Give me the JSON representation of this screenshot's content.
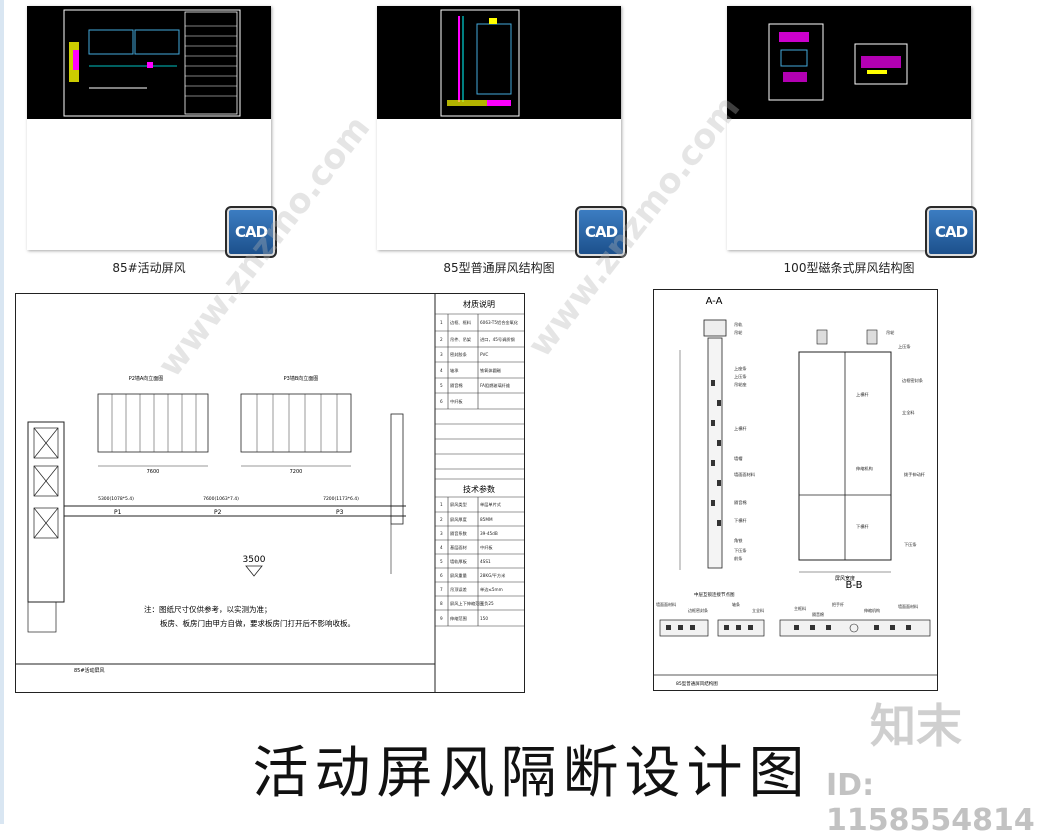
{
  "thumbnails": [
    {
      "label": "85#活动屏风",
      "badge": "CAD"
    },
    {
      "label": "85型普通屏风结构图",
      "badge": "CAD"
    },
    {
      "label": "100型磁条式屏风结构图",
      "badge": "CAD"
    }
  ],
  "drawing_left": {
    "table1_title": "材质说明",
    "table1_rows": [
      [
        "1",
        "边框、框料",
        "6063-T5铝合金氧化"
      ],
      [
        "2",
        "吊件、吊架",
        "进口，45号调质钢"
      ],
      [
        "3",
        "密封胶条",
        "PVC"
      ],
      [
        "4",
        "轴承",
        "铁氧体圆磁"
      ],
      [
        "5",
        "隔音棉",
        "FA阻燃玻璃纤维"
      ],
      [
        "6",
        "中纤板",
        ""
      ]
    ],
    "table2_title": "技术参数",
    "table2_rows": [
      [
        "1",
        "屏风类型",
        "单层单片式"
      ],
      [
        "2",
        "屏风厚度",
        "85MM"
      ],
      [
        "3",
        "隔音系数",
        "39-45dB"
      ],
      [
        "4",
        "基层面材",
        "中纤板"
      ],
      [
        "5",
        "墙轨厚板",
        "4SS1"
      ],
      [
        "6",
        "屏风重量",
        "28KG/平方米"
      ],
      [
        "7",
        "吊顶误差",
        "单边≤5mm"
      ],
      [
        "8",
        "屏风上下伸缩范围",
        "正负25"
      ],
      [
        "9",
        "伸缩范围",
        "150"
      ]
    ],
    "elev_p1": "P2墙A向立面图",
    "elev_p2": "P3墙B向立面图",
    "dim_7600": "7600",
    "dim_7200": "7200",
    "dim_5300": "5300(1078*5.4)",
    "dim_7600b": "7600(1063*7.4)",
    "dim_7200b": "7200(1173*6.4)",
    "label_p1": "P1",
    "label_p2": "P2",
    "label_p3": "P3",
    "level": "3500",
    "note1": "注：图纸尺寸仅供参考，以实测为准；",
    "note2": "板房、板房门由甲方自做，要求板房门打开后不影响收板。",
    "footer": "85#活动屏风"
  },
  "drawing_right": {
    "section_aa": "A-A",
    "section_bb": "B-B",
    "callouts_left": [
      "吊轨",
      "吊轮",
      "上座条",
      "上压条",
      "吊轮座",
      "上横杆",
      "墙帽",
      "墙面面材料",
      "隔音棉",
      "下横杆",
      "角铁",
      "下压条",
      "前条"
    ],
    "callouts_right": [
      "吊轮",
      "上压条",
      "边框密封条",
      "上横杆",
      "立全料",
      "伸缩机构",
      "拨手伸动杆",
      "下横杆",
      "下压条"
    ],
    "bottom_dim": "屏风宽度",
    "node_title": "中层互锁连接节点图",
    "bb_labels": [
      "墙面面材料",
      "边框密封条",
      "轴条",
      "立全料",
      "主框料",
      "隔音棉",
      "把手杆",
      "伸缩机构",
      "墙面面材料"
    ],
    "footer": "85型普通屏风结构图"
  },
  "title": "活动屏风隔断设计图",
  "watermark_brand": "知末",
  "watermark_id": "ID: 1158554814",
  "watermark_site": "www.znzmo.com"
}
